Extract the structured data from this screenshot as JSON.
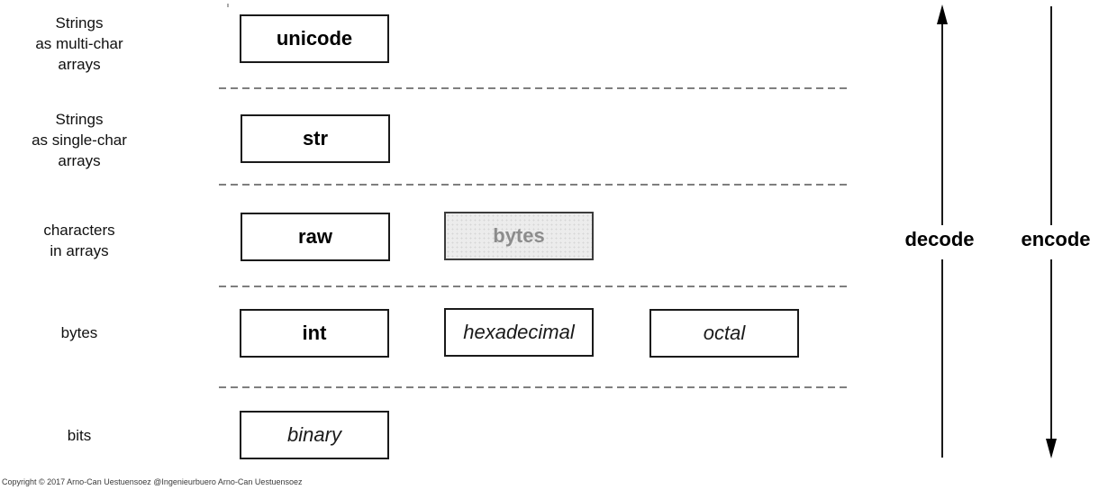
{
  "rows": [
    {
      "label": "Strings\nas multi-char\narrays",
      "boxes": [
        {
          "label": "unicode",
          "style": "bold"
        }
      ]
    },
    {
      "label": "Strings\nas single-char\narrays",
      "boxes": [
        {
          "label": "str",
          "style": "bold"
        }
      ]
    },
    {
      "label": "characters\nin arrays",
      "boxes": [
        {
          "label": "raw",
          "style": "bold"
        },
        {
          "label": "bytes",
          "style": "disabled"
        }
      ]
    },
    {
      "label": "bytes",
      "boxes": [
        {
          "label": "int",
          "style": "bold"
        },
        {
          "label": "hexadecimal",
          "style": "italic"
        },
        {
          "label": "octal",
          "style": "italic"
        }
      ]
    },
    {
      "label": "bits",
      "boxes": [
        {
          "label": "binary",
          "style": "italic"
        }
      ]
    }
  ],
  "arrows": {
    "decode_label": "decode",
    "encode_label": "encode",
    "decode_direction": "up",
    "encode_direction": "down"
  },
  "footer": {
    "copyright": "Copyright © 2017 Arno-Can Uestuensoez @Ingenieurbuero Arno-Can Uestuensoez"
  },
  "colors": {
    "background": "#ffffff",
    "box_border": "#1a1a1a",
    "disabled_fill": "#ececec",
    "disabled_text": "#8c8c8c",
    "separator": "#7f7f7f",
    "arrow": "#000000"
  }
}
